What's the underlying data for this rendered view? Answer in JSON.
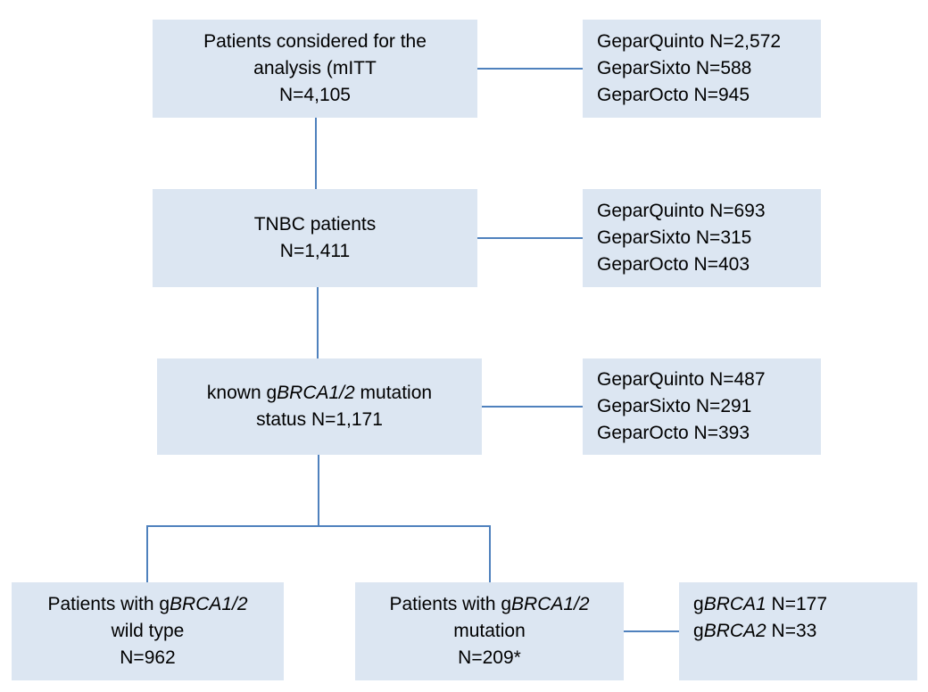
{
  "boxes": {
    "considered": {
      "line1": "Patients considered for the",
      "line2": "analysis (mITT",
      "line3": "N=4,105"
    },
    "considered_breakdown": [
      "GeparQuinto N=2,572",
      "GeparSixto N=588",
      "GeparOcto N=945"
    ],
    "tnbc": {
      "line1": "TNBC patients",
      "line2": "N=1,411"
    },
    "tnbc_breakdown": [
      "GeparQuinto N=693",
      "GeparSixto N=315",
      "GeparOcto N=403"
    ],
    "known": {
      "pre": "known g",
      "gene": "BRCA1/2",
      "post": " mutation",
      "line2": "status N=1,171"
    },
    "known_breakdown": [
      "GeparQuinto N=487",
      "GeparSixto N=291",
      "GeparOcto N=393"
    ],
    "wildtype": {
      "pre": "Patients with g",
      "gene": "BRCA1/2",
      "line2": "wild type",
      "line3": "N=962"
    },
    "mutation": {
      "pre": "Patients with g",
      "gene": "BRCA1/2",
      "line2": "mutation",
      "line3": "N=209*"
    },
    "mutation_breakdown": [
      {
        "pre": "g",
        "gene": "BRCA1",
        "post": " N=177"
      },
      {
        "pre": "g",
        "gene": "BRCA2",
        "post": " N=33"
      }
    ]
  },
  "colors": {
    "box_fill": "#dce6f2",
    "connector": "#4f81bd"
  }
}
